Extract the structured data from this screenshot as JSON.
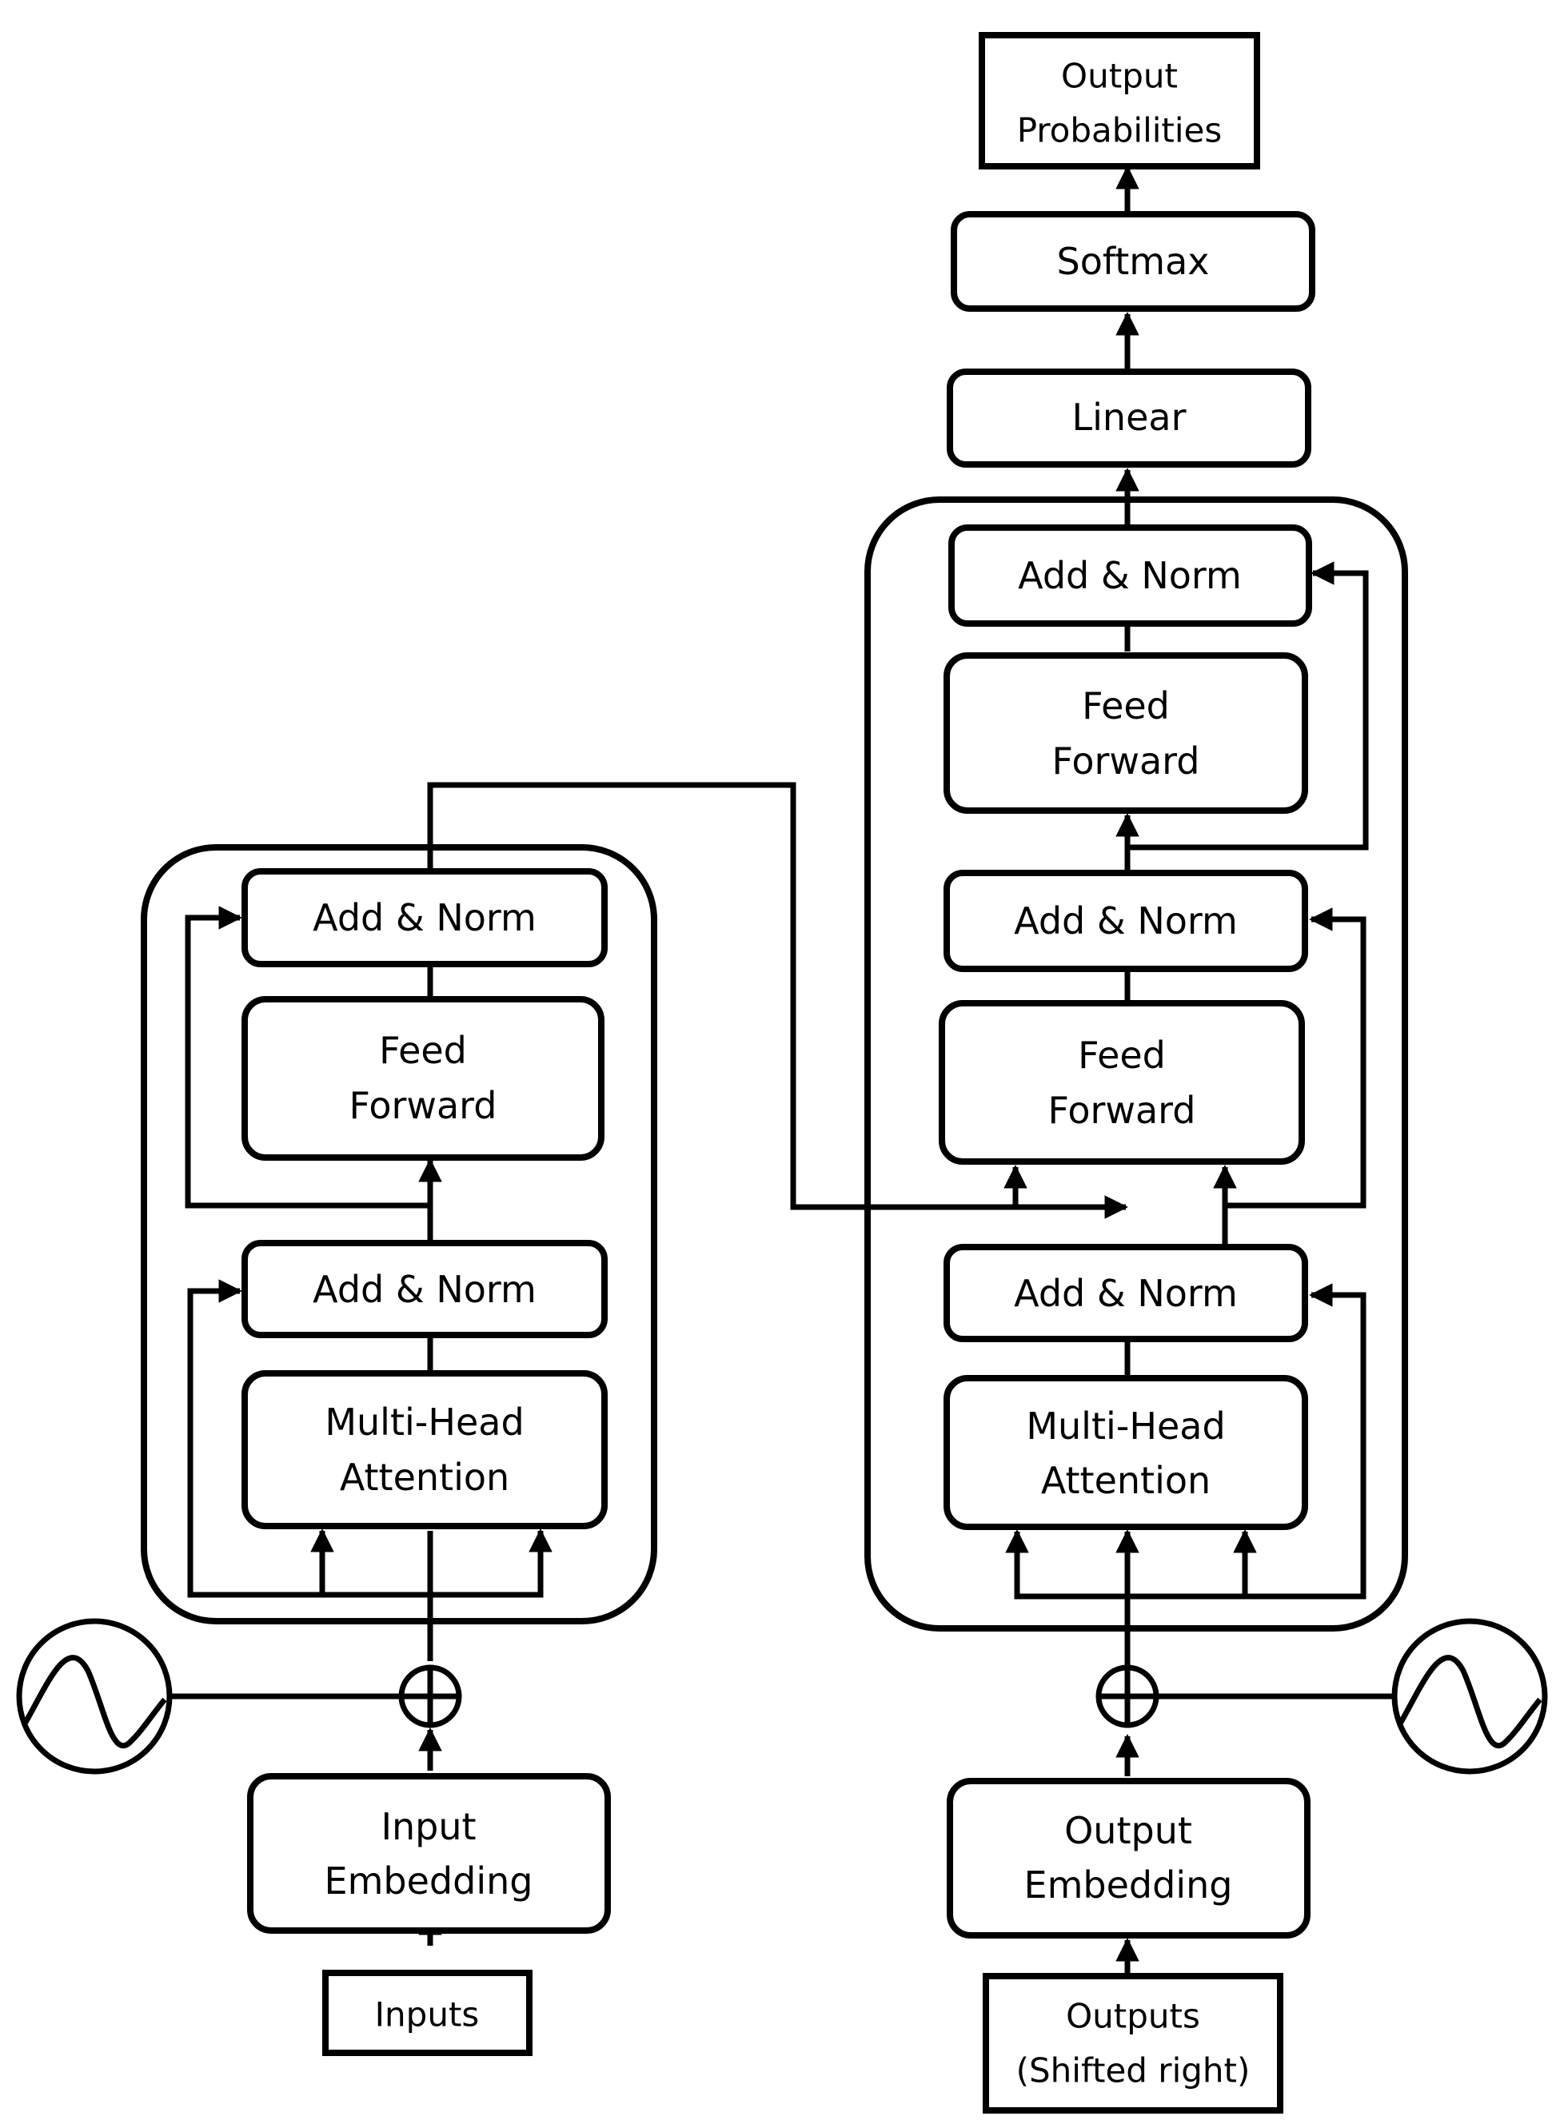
{
  "encoder": {
    "add_norm_top": "Add & Norm",
    "feed_forward": [
      "Feed",
      "Forward"
    ],
    "add_norm_bottom": "Add & Norm",
    "attention": [
      "Multi-Head",
      "Attention"
    ],
    "embedding": [
      "Input",
      "Embedding"
    ],
    "inputs": "Inputs"
  },
  "decoder": {
    "add_norm_top": "Add & Norm",
    "feed_forward_top": [
      "Feed",
      "Forward"
    ],
    "add_norm_middle": "Add & Norm",
    "feed_forward_middle": [
      "Feed",
      "Forward"
    ],
    "add_norm_bottom": "Add & Norm",
    "attention": [
      "Multi-Head",
      "Attention"
    ],
    "embedding": [
      "Output",
      "Embedding"
    ],
    "outputs": [
      "Outputs",
      "(Shifted right)"
    ]
  },
  "head": {
    "linear": "Linear",
    "softmax": "Softmax",
    "probabilities": [
      "Output",
      "Probabilities"
    ]
  },
  "icons": {
    "positional_encoding": "sine-wave-icon",
    "add_operator": "circled-plus-icon"
  },
  "colors": {
    "stroke": "#000000",
    "background": "#ffffff"
  }
}
